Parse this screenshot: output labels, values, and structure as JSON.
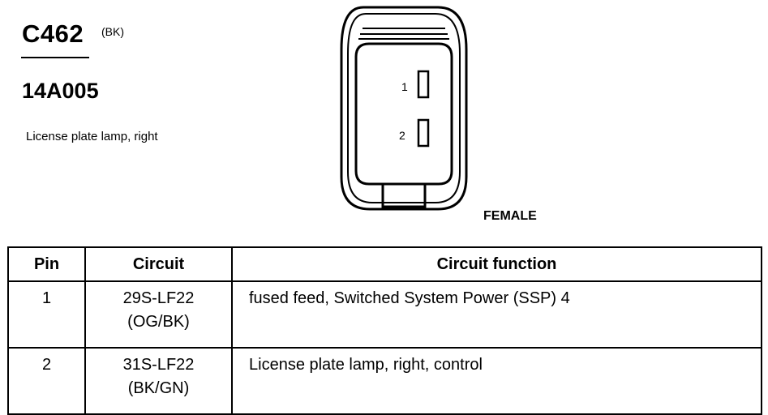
{
  "connector": {
    "id": "C462",
    "color_code": "(BK)",
    "part_number": "14A005",
    "description": "License plate lamp, right",
    "gender": "FEMALE",
    "pin_labels": [
      "1",
      "2"
    ]
  },
  "table": {
    "headers": {
      "pin": "Pin",
      "circuit": "Circuit",
      "function": "Circuit function"
    },
    "rows": [
      {
        "pin": "1",
        "circuit": "29S-LF22",
        "wire_color": "(OG/BK)",
        "function": "fused feed, Switched System Power (SSP) 4"
      },
      {
        "pin": "2",
        "circuit": "31S-LF22",
        "wire_color": "(BK/GN)",
        "function": "License plate lamp, right, control"
      }
    ]
  }
}
